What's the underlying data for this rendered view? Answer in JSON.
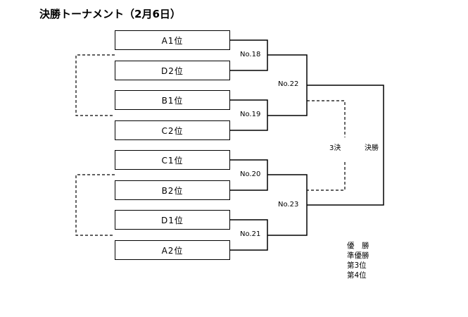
{
  "title": "決勝トーナメント（2月6日）",
  "seeds": [
    "A1位",
    "D2位",
    "B1位",
    "C2位",
    "C1位",
    "B2位",
    "D1位",
    "A2位"
  ],
  "matches": {
    "m18": "No.18",
    "m19": "No.19",
    "m20": "No.20",
    "m21": "No.21",
    "m22": "No.22",
    "m23": "No.23"
  },
  "third_place_label": "3決",
  "final_label": "決勝",
  "results": [
    "優　勝",
    "準優勝",
    "第3位",
    "第4位"
  ]
}
